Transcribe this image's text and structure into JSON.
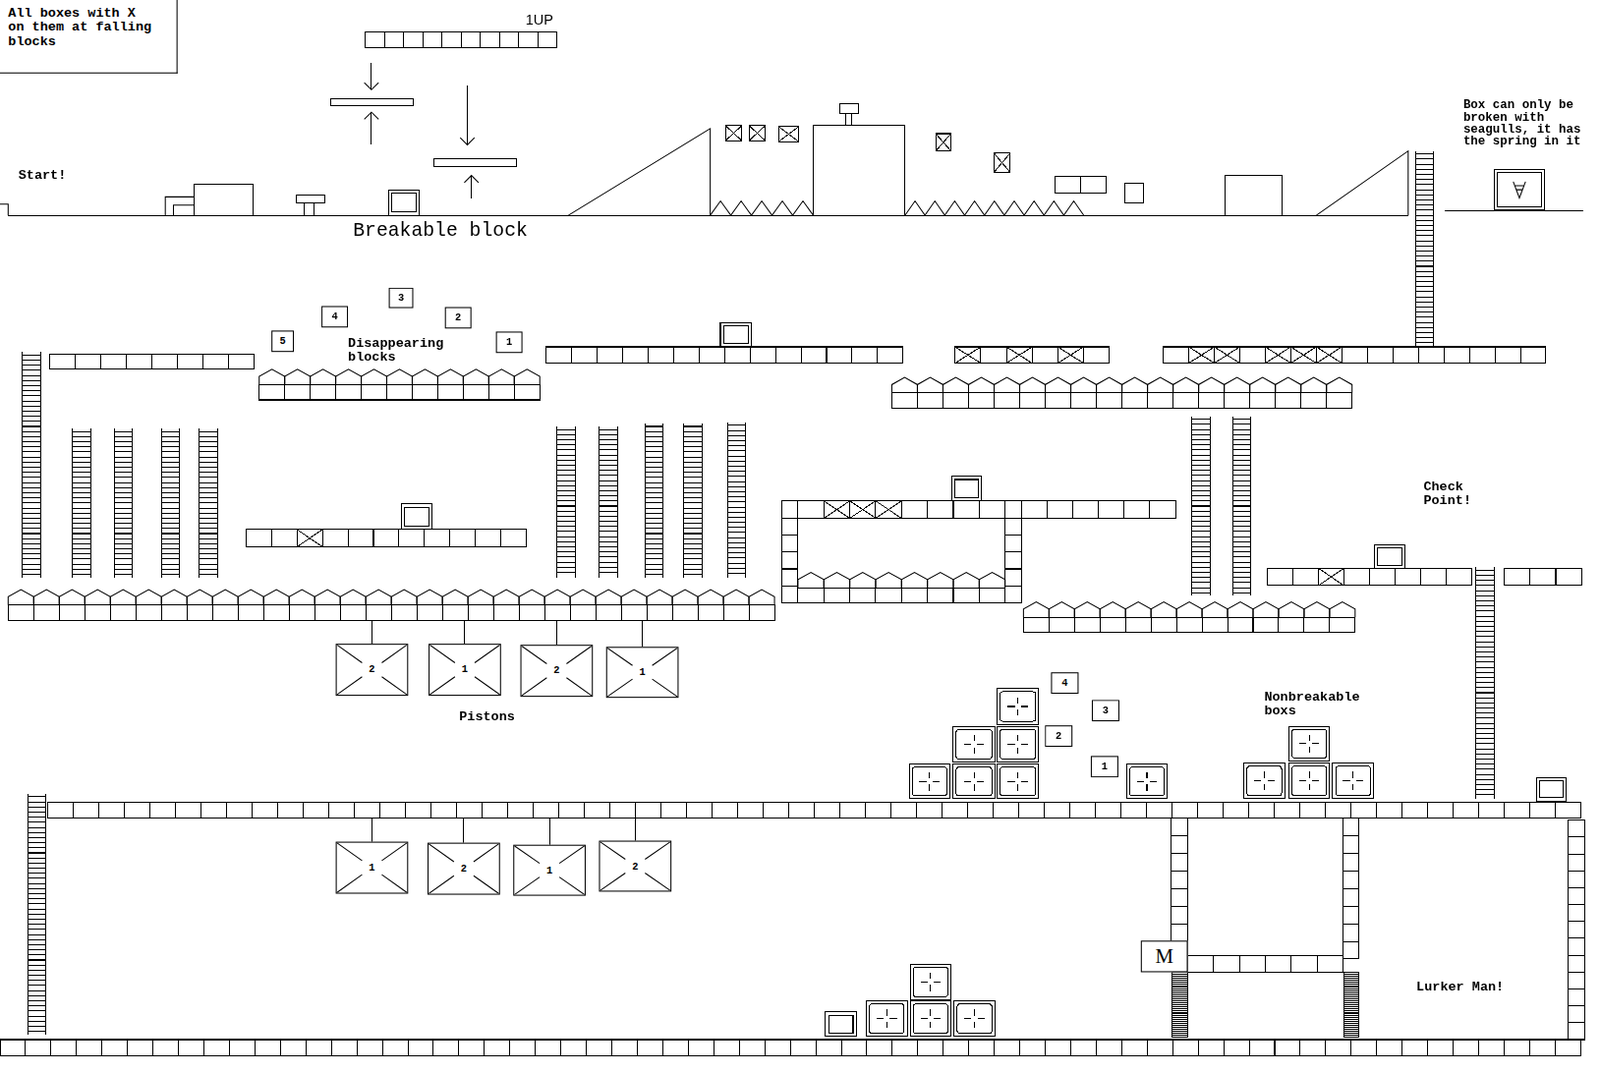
{
  "diagram": {
    "nodes": [
      {
        "text": [
          "All boxes with X on them at falling blocks"
        ]
      },
      {
        "text": [
          "5"
        ]
      },
      {
        "text": [
          "4"
        ]
      },
      {
        "text": [
          "3"
        ]
      },
      {
        "text": [
          "2"
        ]
      },
      {
        "text": [
          "1"
        ]
      },
      {
        "text": [
          "2"
        ]
      },
      {
        "text": [
          "1"
        ]
      },
      {
        "text": [
          "2"
        ]
      },
      {
        "text": [
          "1"
        ]
      },
      {
        "text": [
          "4"
        ]
      },
      {
        "text": [
          "3"
        ]
      },
      {
        "text": [
          "2"
        ]
      },
      {
        "text": [
          "1"
        ]
      },
      {
        "text": [
          "1"
        ]
      },
      {
        "text": [
          "2"
        ]
      },
      {
        "text": [
          "1"
        ]
      },
      {
        "text": [
          "2"
        ]
      },
      {
        "text": [
          "M"
        ]
      }
    ],
    "labels": [
      "1UP",
      "Start!",
      "Breakable block",
      "Box can only be broken with seagulls, it has the spring in it",
      "Disappearing blocks",
      "Check Point!",
      "Pistons",
      "Nonbreakable boxs",
      "Lurker Man!"
    ]
  }
}
